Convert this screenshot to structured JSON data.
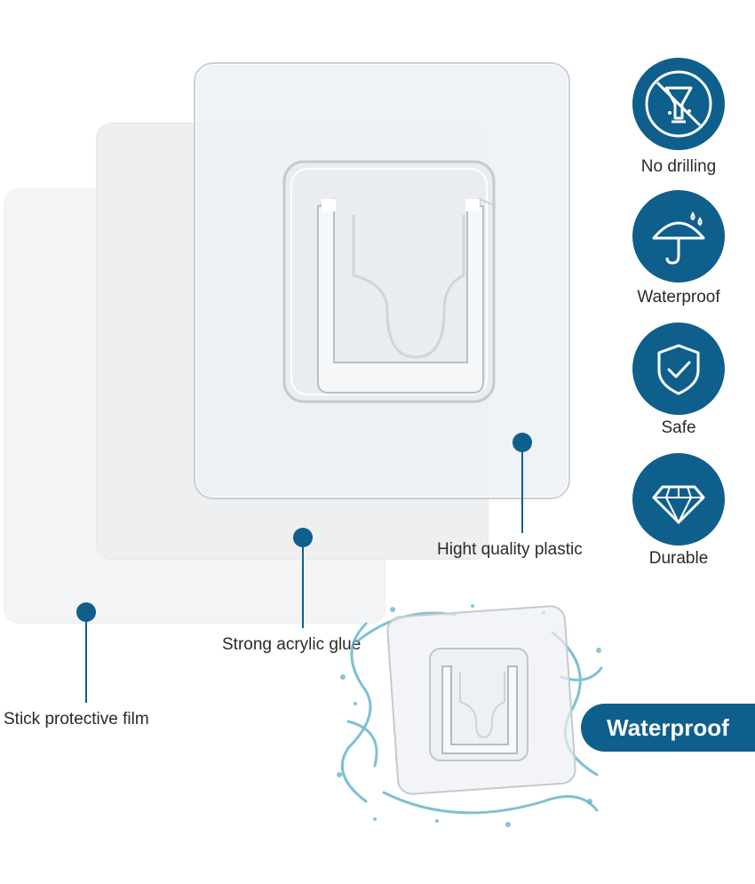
{
  "callouts": {
    "plastic": "Hight quality plastic",
    "glue": "Strong acrylic glue",
    "film": "Stick protective film"
  },
  "features": [
    {
      "label": "No drilling",
      "icon": "no-drilling-icon"
    },
    {
      "label": "Waterproof",
      "icon": "umbrella-icon"
    },
    {
      "label": "Safe",
      "icon": "shield-check-icon"
    },
    {
      "label": "Durable",
      "icon": "diamond-icon"
    }
  ],
  "badge": {
    "label": "Waterproof"
  },
  "colors": {
    "accent": "#0f5f8c",
    "water": "#5fb2c7"
  }
}
